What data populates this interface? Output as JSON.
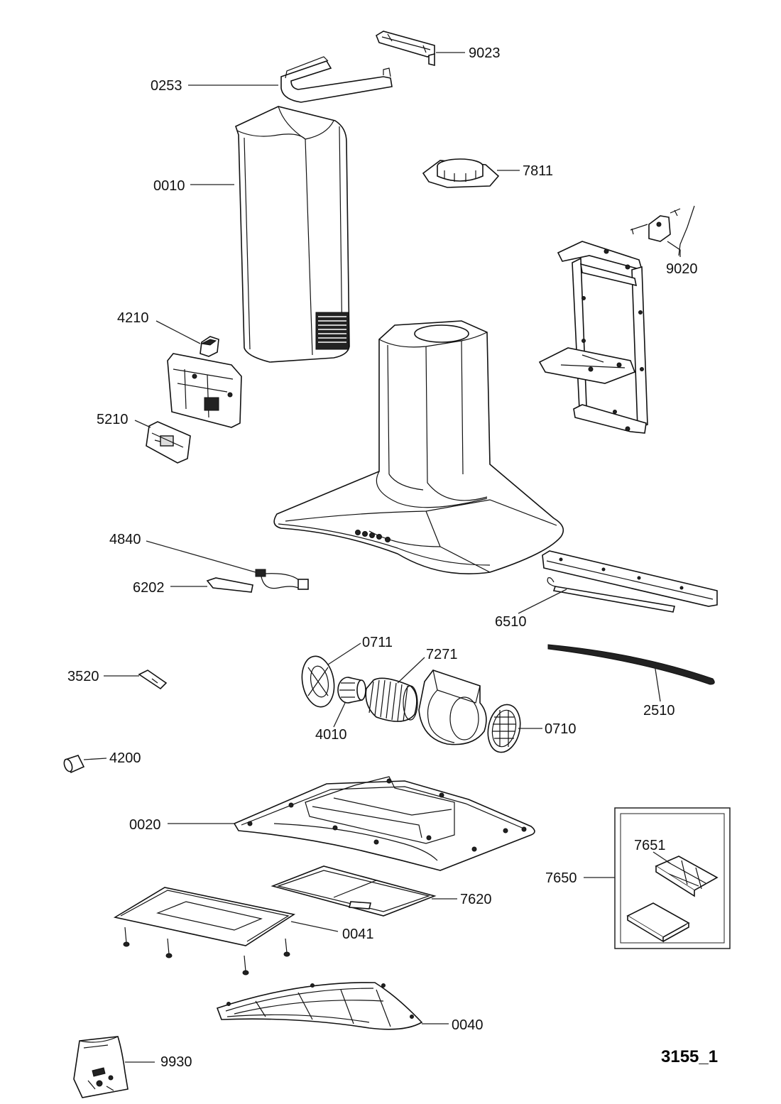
{
  "diagram_ref": "3155_1",
  "labels": {
    "l9023": "9023",
    "l0253": "0253",
    "l0010": "0010",
    "l7811": "7811",
    "l9020": "9020",
    "l4210": "4210",
    "l5210": "5210",
    "l4840": "4840",
    "l6202": "6202",
    "l6510": "6510",
    "l0711": "0711",
    "l7271": "7271",
    "l3520": "3520",
    "l2510": "2510",
    "l4010": "4010",
    "l0710": "0710",
    "l4200": "4200",
    "l0020": "0020",
    "l7651": "7651",
    "l7650": "7650",
    "l7620": "7620",
    "l0041": "0041",
    "l0040": "0040",
    "l9930": "9930"
  }
}
